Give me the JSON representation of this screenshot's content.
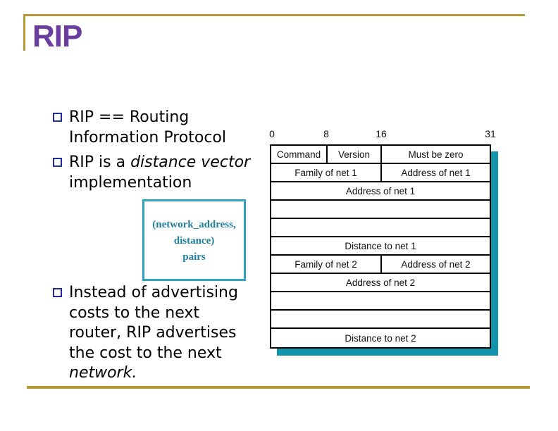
{
  "slide": {
    "title": "RIP",
    "bullets": {
      "b1": {
        "line1": "RIP == Routing",
        "line2": "Information Protocol"
      },
      "b2": {
        "line1_plain": "RIP is a ",
        "line1_italic": "distance vector",
        "line2": "implementation"
      },
      "b3": {
        "line1": "Instead of advertising",
        "line2": "costs to the next",
        "line3": "router, RIP advertises",
        "line4": "the cost to the next",
        "line5_italic": "network."
      }
    },
    "callout": {
      "line1": "(network_address,",
      "line2": "distance)",
      "line3": "pairs"
    },
    "packet_diagram": {
      "bit_labels": [
        "0",
        "8",
        "16",
        "31"
      ],
      "rows": [
        {
          "cells": [
            {
              "label": "Command"
            },
            {
              "label": "Version"
            },
            {
              "label": "Must be zero"
            }
          ]
        },
        {
          "cells": [
            {
              "label": "Family of net 1"
            },
            {
              "label": "Address of net 1"
            }
          ]
        },
        {
          "cells": [
            {
              "label": "Address of net 1"
            }
          ]
        },
        {
          "cells": [
            {
              "label": ""
            }
          ]
        },
        {
          "cells": [
            {
              "label": ""
            }
          ]
        },
        {
          "cells": [
            {
              "label": "Distance to net 1"
            }
          ]
        },
        {
          "cells": [
            {
              "label": "Family of net 2"
            },
            {
              "label": "Address of net 2"
            }
          ]
        },
        {
          "cells": [
            {
              "label": "Address of net 2"
            }
          ]
        },
        {
          "cells": [
            {
              "label": ""
            }
          ]
        },
        {
          "cells": [
            {
              "label": ""
            }
          ]
        },
        {
          "cells": [
            {
              "label": "Distance to net 2"
            }
          ]
        }
      ]
    },
    "colors": {
      "accent_gold": "#B79A35",
      "title_purple": "#6A3D9E",
      "bullet_navy": "#1F2D9B",
      "diagram_shadow_teal": "#1193AB",
      "callout_border_teal": "#2FA0BE",
      "callout_text_teal": "#1E7F9E"
    }
  }
}
